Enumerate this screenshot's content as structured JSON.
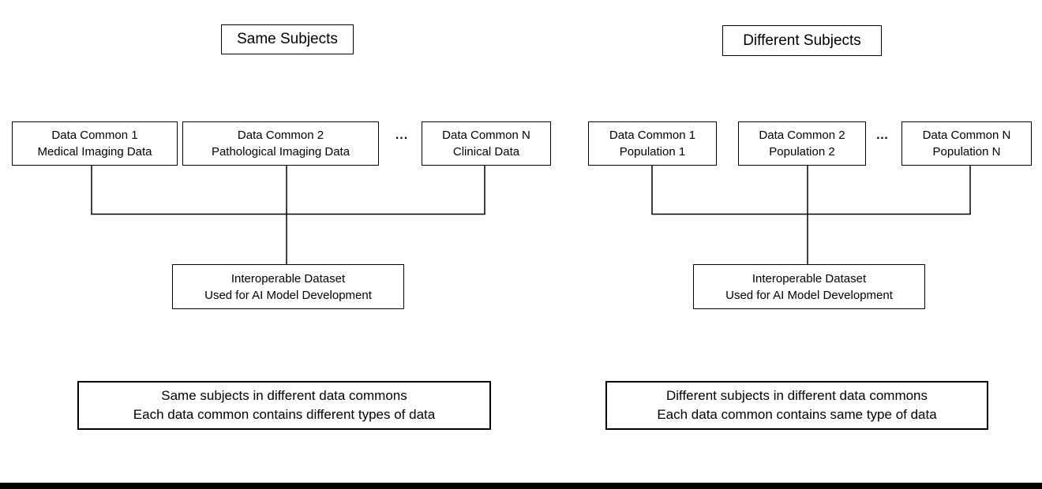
{
  "diagram": {
    "left": {
      "title": "Same Subjects",
      "commons": [
        {
          "name": "Data Common 1",
          "content": "Medical Imaging Data"
        },
        {
          "name": "Data Common 2",
          "content": "Pathological Imaging Data"
        },
        {
          "name": "Data Common N",
          "content": "Clinical Data"
        }
      ],
      "ellipsis": "...",
      "result": {
        "line1": "Interoperable Dataset",
        "line2": "Used for AI Model Development"
      },
      "caption": {
        "line1": "Same subjects in different data commons",
        "line2": "Each data common contains different types of data"
      }
    },
    "right": {
      "title": "Different Subjects",
      "commons": [
        {
          "name": "Data Common 1",
          "content": "Population 1"
        },
        {
          "name": "Data Common 2",
          "content": "Population 2"
        },
        {
          "name": "Data Common N",
          "content": "Population N"
        }
      ],
      "ellipsis": "…",
      "result": {
        "line1": "Interoperable Dataset",
        "line2": "Used for AI Model Development"
      },
      "caption": {
        "line1": "Different subjects in different data commons",
        "line2": "Each data common contains same type of data"
      }
    },
    "colors": {
      "line": "#000000",
      "box_border": "#000000",
      "background": "#ffffff",
      "bottom_bar": "#000000"
    }
  }
}
